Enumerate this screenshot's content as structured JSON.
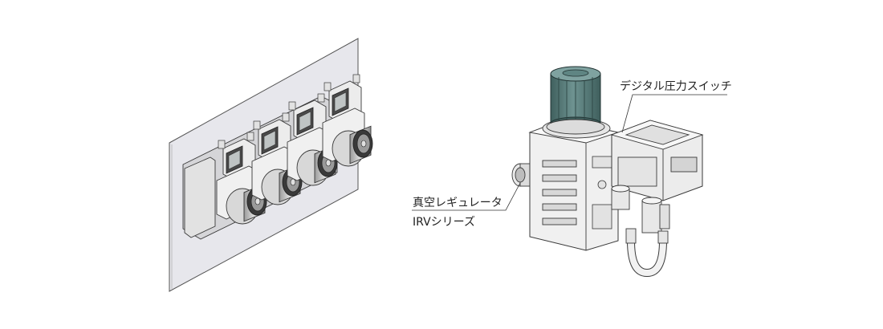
{
  "callouts": {
    "digital_pressure_switch": "デジタル圧力スイッチ",
    "vacuum_regulator": "真空レギュレータ",
    "series_name": "IRVシリーズ"
  },
  "colors": {
    "knob_teal": "#5f8583",
    "knob_teal_dark": "#3f5f5d",
    "panel_fill": "#e6e6ea",
    "body_fill": "#f2f2f2",
    "line": "#3a3a3a"
  },
  "assembly": {
    "manifold_unit_count": 4
  }
}
